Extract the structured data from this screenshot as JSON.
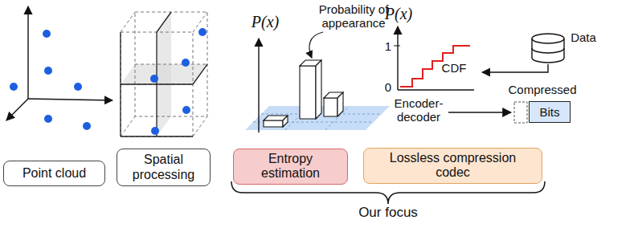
{
  "diagram": {
    "nodes": [
      {
        "text": [
          "Point cloud"
        ]
      },
      {
        "text": [
          "Spatial processing"
        ]
      },
      {
        "text": [
          "Entropy estimation"
        ]
      },
      {
        "text": [
          "Lossless compression codec"
        ]
      },
      {
        "text": [
          "Bits"
        ]
      }
    ],
    "labels": [
      "P(x)",
      "Probability of appearance",
      "P(x)",
      "1",
      "0",
      "CDF",
      "Data",
      "Encoder-decoder",
      "Compressed",
      "Our focus"
    ]
  }
}
